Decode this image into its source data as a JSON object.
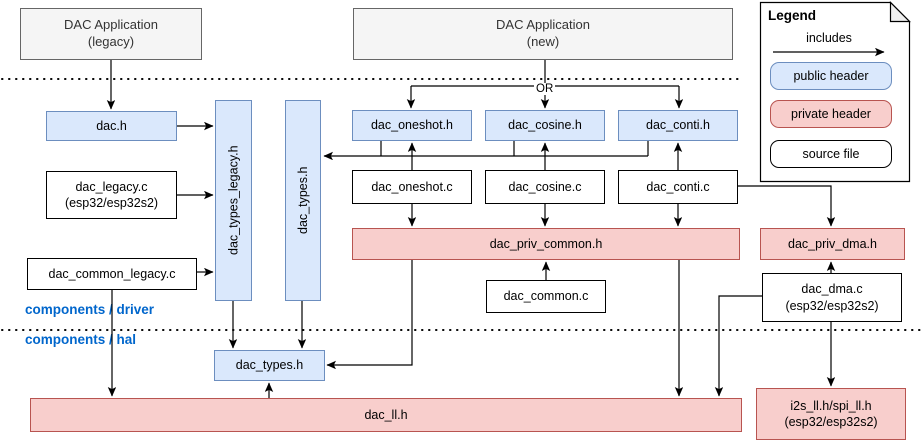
{
  "colors": {
    "public_header_fill": "#dae8fc",
    "public_header_border": "#6c8ebf",
    "private_header_fill": "#f8cecc",
    "private_header_border": "#b85450",
    "app_box_fill": "#f5f5f5",
    "layer_label_text": "#0066cc"
  },
  "apps": {
    "legacy": "DAC Application\n(legacy)",
    "new": "DAC Application\n(new)"
  },
  "nodes": {
    "dac_h": "dac.h",
    "dac_legacy_c": "dac_legacy.c\n(esp32/esp32s2)",
    "dac_common_legacy_c": "dac_common_legacy.c",
    "dac_types_legacy_h": "dac_types_legacy.h",
    "dac_types_h_driver": "dac_types.h",
    "dac_oneshot_h": "dac_oneshot.h",
    "dac_cosine_h": "dac_cosine.h",
    "dac_conti_h": "dac_conti.h",
    "dac_oneshot_c": "dac_oneshot.c",
    "dac_cosine_c": "dac_cosine.c",
    "dac_conti_c": "dac_conti.c",
    "dac_priv_common_h": "dac_priv_common.h",
    "dac_common_c": "dac_common.c",
    "dac_priv_dma_h": "dac_priv_dma.h",
    "dac_dma_c": "dac_dma.c\n(esp32/esp32s2)",
    "dac_types_h_hal": "dac_types.h",
    "dac_ll_h": "dac_ll.h",
    "i2s_spi_ll_h": "i2s_ll.h/spi_ll.h\n(esp32/esp32s2)"
  },
  "labels": {
    "or": "OR",
    "driver_layer": "components / driver",
    "hal_layer": "components / hal"
  },
  "legend": {
    "title": "Legend",
    "includes": "includes",
    "public_header": "public header",
    "private_header": "private header",
    "source_file": "source file"
  }
}
